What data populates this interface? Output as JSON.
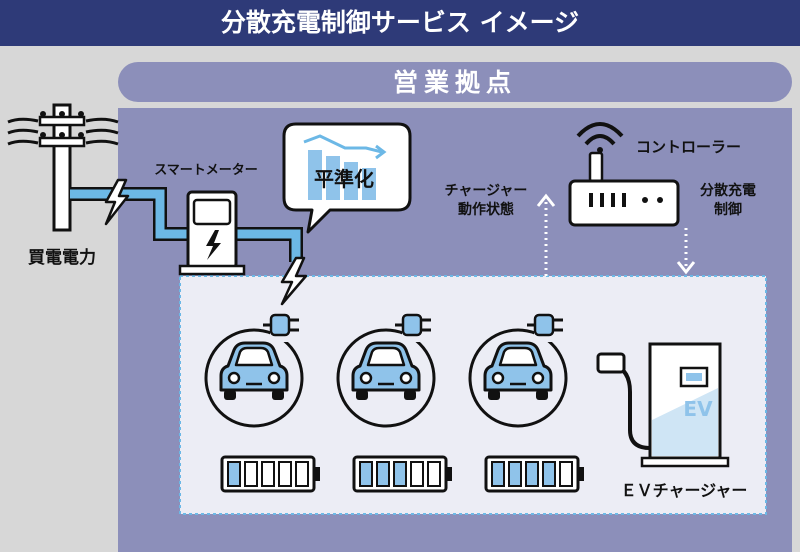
{
  "title": "分散充電制御サービス イメージ",
  "site_label": "営業拠点",
  "labels": {
    "grid_power": "買電電力",
    "smart_meter": "スマートメーター",
    "leveling": "平準化",
    "controller": "コントローラー",
    "charger_status_line1": "チャージャー",
    "charger_status_line2": "動作状態",
    "distributed_control_line1": "分散充電",
    "distributed_control_line2": "制御",
    "ev_charger": "ＥＶチャージャー",
    "charger_panel": "EV"
  },
  "vehicles": [
    {
      "name": "car-1",
      "battery_level": 0.2
    },
    {
      "name": "car-2",
      "battery_level": 0.6
    },
    {
      "name": "car-3",
      "battery_level": 0.8
    }
  ],
  "colors": {
    "title_bg": "#2e3a78",
    "header_bar": "#8c8fba",
    "site_bg": "#8c8fba",
    "outer_bg": "#d7d7d7",
    "inner_panel": "#ecedf5",
    "wire_blue": "#6cb8e6",
    "car_blue": "#8fc3ea",
    "dark": "#111111"
  },
  "icons": [
    "utility-pole-icon",
    "lightning-icon",
    "smart-meter-icon",
    "speech-bubble-icon",
    "router-icon",
    "ev-car-icon",
    "plug-icon",
    "battery-icon",
    "ev-charger-icon"
  ]
}
